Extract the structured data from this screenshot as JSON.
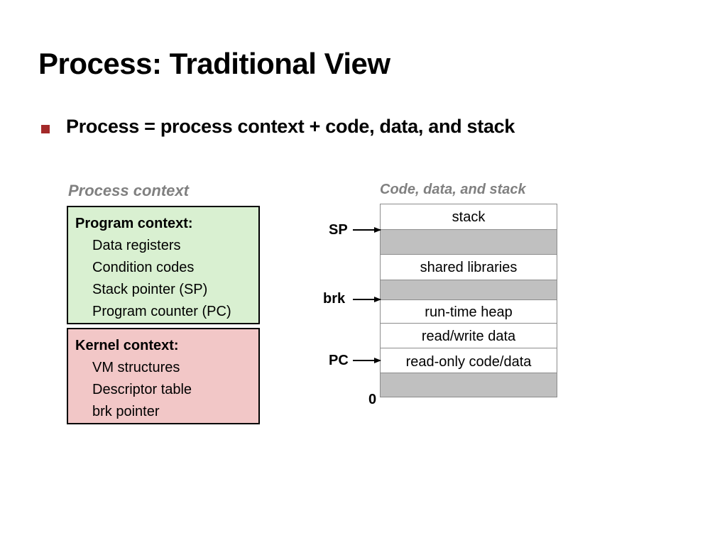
{
  "title": "Process: Traditional View",
  "bullet": {
    "text": "Process = process context + code, data, and stack",
    "marker_color": "#a32929"
  },
  "process_context": {
    "caption": "Process context",
    "caption_color": "#808080",
    "program_context": {
      "heading": "Program context:",
      "items": [
        "Data registers",
        "Condition codes",
        "Stack pointer (SP)",
        "Program counter (PC)"
      ],
      "fill": "#d9f0d1"
    },
    "kernel_context": {
      "heading": "Kernel context:",
      "items": [
        "VM structures",
        "Descriptor table",
        "brk pointer"
      ],
      "fill": "#f2c7c7"
    }
  },
  "memory": {
    "caption": "Code, data, and stack",
    "caption_color": "#808080",
    "gap_fill": "#c0c0c0",
    "blocks": [
      "stack",
      "",
      "shared libraries",
      "",
      "run-time heap",
      "read/write data",
      "read-only code/data",
      ""
    ],
    "pointers": [
      "SP",
      "brk",
      "PC"
    ],
    "zero_label": "0"
  }
}
